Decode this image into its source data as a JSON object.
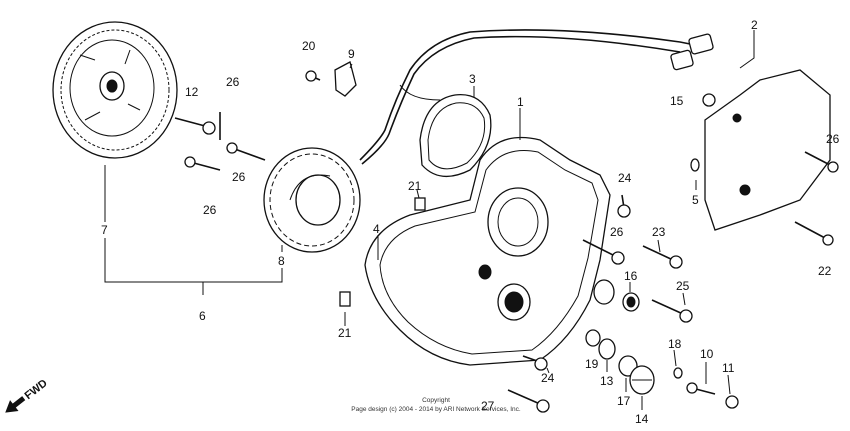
{
  "labels": {
    "p1": "1",
    "p2": "2",
    "p3": "3",
    "p4": "4",
    "p5": "5",
    "p6": "6",
    "p7": "7",
    "p8": "8",
    "p9": "9",
    "p10": "10",
    "p11": "11",
    "p12": "12",
    "p13": "13",
    "p14": "14",
    "p15": "15",
    "p16": "16",
    "p17": "17",
    "p18": "18",
    "p19": "19",
    "p20": "20",
    "p21a": "21",
    "p21b": "21",
    "p22": "22",
    "p23": "23",
    "p24a": "24",
    "p24b": "24",
    "p25": "25",
    "p26a": "26",
    "p26b": "26",
    "p26c": "26",
    "p26d": "26",
    "p26e": "26",
    "p27": "27"
  },
  "fwd": "FWD",
  "copyright": {
    "line1": "Copyright",
    "line2": "Page design (c) 2004 - 2014 by ARI Network Services, Inc."
  }
}
